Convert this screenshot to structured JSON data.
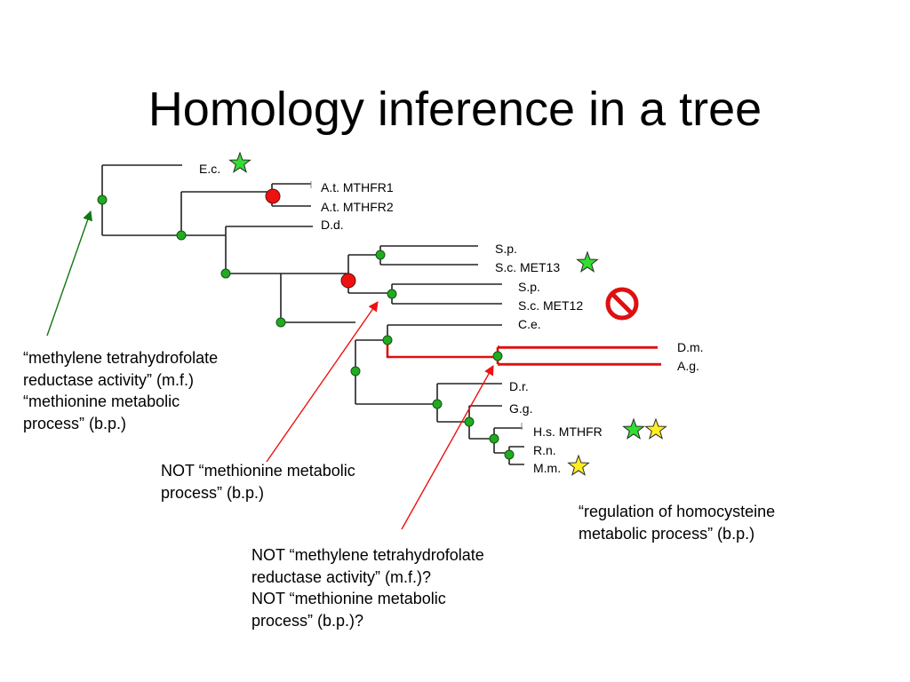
{
  "title": "Homology inference in a tree",
  "leaves": {
    "ec": "E.c.",
    "at1": "A.t. MTHFR1",
    "at2": "A.t. MTHFR2",
    "dd": "D.d.",
    "sp1": "S.p.",
    "sc13": "S.c. MET13",
    "sp2": "S.p.",
    "sc12": "S.c. MET12",
    "ce": "C.e.",
    "dm": "D.m.",
    "ag": "A.g.",
    "dr": "D.r.",
    "gg": "G.g.",
    "hs": "H.s. MTHFR",
    "rn": "R.n.",
    "mm": "M.m."
  },
  "annotations": {
    "root": [
      "“methylene tetrahydrofolate",
      "reductase activity” (m.f.)",
      "“methionine metabolic",
      "process” (b.p.)"
    ],
    "not_methionine": [
      "NOT “methionine metabolic",
      "process” (b.p.)"
    ],
    "not_both": [
      "NOT “methylene tetrahydrofolate",
      "reductase activity” (m.f.)?",
      "NOT “methionine metabolic",
      "process” (b.p.)?"
    ],
    "homocysteine": [
      "“regulation of homocysteine",
      "metabolic process” (b.p.)"
    ]
  },
  "colors": {
    "tree": "#222222",
    "node": "#22aa22",
    "duplication": "#ee1111",
    "red_branch": "#dd1111",
    "green_arrow": "#117711",
    "red_arrow": "#ee1111",
    "green_star": "#33dd33",
    "yellow_star": "#ffee22"
  },
  "icons": {
    "green_star": "star-icon",
    "yellow_star": "star-icon",
    "prohibited": "no-entry-icon"
  }
}
